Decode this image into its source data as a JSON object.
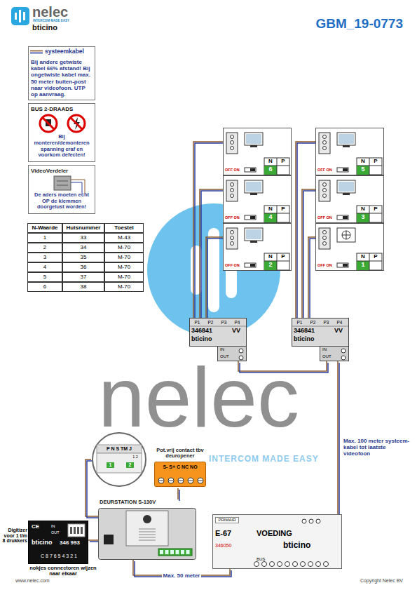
{
  "diagram": {
    "title": "GBM_19-0773",
    "nodes": [
      {
        "text": [
          "Bij andere getwiste kabel 66% afstand! Bij ongetwiste kabel max. 50 meter buiten-post naar videofoon. UTP op aanvraag."
        ]
      },
      {
        "text": [
          "BUS 2-DRAADS",
          "Bij monteren/demonteren spanning eraf en voorkom defecten!"
        ]
      },
      {
        "text": [
          "VideoVerdeler",
          "De aders moeten echt OP de klemmen doorgelust worden!"
        ]
      },
      {
        "text": [
          "OFF ON",
          "N",
          "P",
          "6"
        ]
      },
      {
        "text": [
          "OFF ON",
          "N",
          "P",
          "5"
        ]
      },
      {
        "text": [
          "OFF ON",
          "N",
          "P",
          "4"
        ]
      },
      {
        "text": [
          "OFF ON",
          "N",
          "P",
          "3"
        ]
      },
      {
        "text": [
          "OFF ON",
          "N",
          "P",
          "2"
        ]
      },
      {
        "text": [
          "OFF ON",
          "N",
          "P",
          "1"
        ]
      },
      {
        "text": [
          "P1",
          "P2",
          "P3",
          "P4",
          "346841",
          "VV",
          "bticino",
          "IN",
          "OUT"
        ]
      },
      {
        "text": [
          "P1",
          "P2",
          "P3",
          "P4",
          "346841",
          "VV",
          "bticino",
          "IN",
          "OUT"
        ]
      },
      {
        "text": [
          "P N S TM J",
          "1 2",
          "1",
          "2"
        ]
      },
      {
        "text": [
          "Pot.vrij contact tbv deuropener",
          "S- S+ C NC NO"
        ]
      },
      {
        "text": [
          "DEURSTATION S-130V"
        ]
      },
      {
        "text": [
          "CE",
          "IN",
          "OUT",
          "bticino",
          "346 993",
          "C 8 7 6 5 4 3 2 1"
        ]
      },
      {
        "text": [
          "PRIMAIR",
          "E-67",
          "VOEDING",
          "bticino",
          "346050",
          "BUS"
        ]
      }
    ],
    "edges": [
      {
        "from": 3,
        "to": 9,
        "arrow": "none"
      },
      {
        "from": 5,
        "to": 9,
        "arrow": "none"
      },
      {
        "from": 7,
        "to": 9,
        "arrow": "none"
      },
      {
        "from": 4,
        "to": 10,
        "arrow": "none"
      },
      {
        "from": 6,
        "to": 10,
        "arrow": "none"
      },
      {
        "from": 8,
        "to": 10,
        "arrow": "none"
      },
      {
        "from": 9,
        "to": 10,
        "arrow": "none"
      },
      {
        "from": 15,
        "to": 10,
        "label": "Max. 100 meter systeem-kabel tot laatste videofoon",
        "arrow": "none"
      },
      {
        "from": 13,
        "to": 15,
        "label": "Max. 50 meter",
        "arrow": "none"
      },
      {
        "from": 14,
        "to": 13,
        "arrow": "none"
      },
      {
        "from": 12,
        "to": 13,
        "arrow": "none"
      },
      {
        "from": 11,
        "to": 13,
        "arrow": "none"
      }
    ],
    "labels": [
      "nelec",
      "INTERCOM MADE EASY",
      "bticino",
      "nelec",
      "INTERCOM MADE EASY",
      "Digitizer voor 1 t/m 8 drukkers",
      "nokjes connectoren wijzen naar elkaar",
      "N-Waarde",
      "Huisnummer",
      "Toestel",
      "1",
      "33",
      "M-43",
      "2",
      "34",
      "M-70",
      "3",
      "35",
      "M-70",
      "4",
      "36",
      "M-70",
      "5",
      "37",
      "M-70",
      "6",
      "38",
      "M-70",
      "www.nelec.com",
      "Copyright Nelec BV"
    ],
    "legend": [
      {
        "text": "systeemkabel"
      }
    ]
  }
}
